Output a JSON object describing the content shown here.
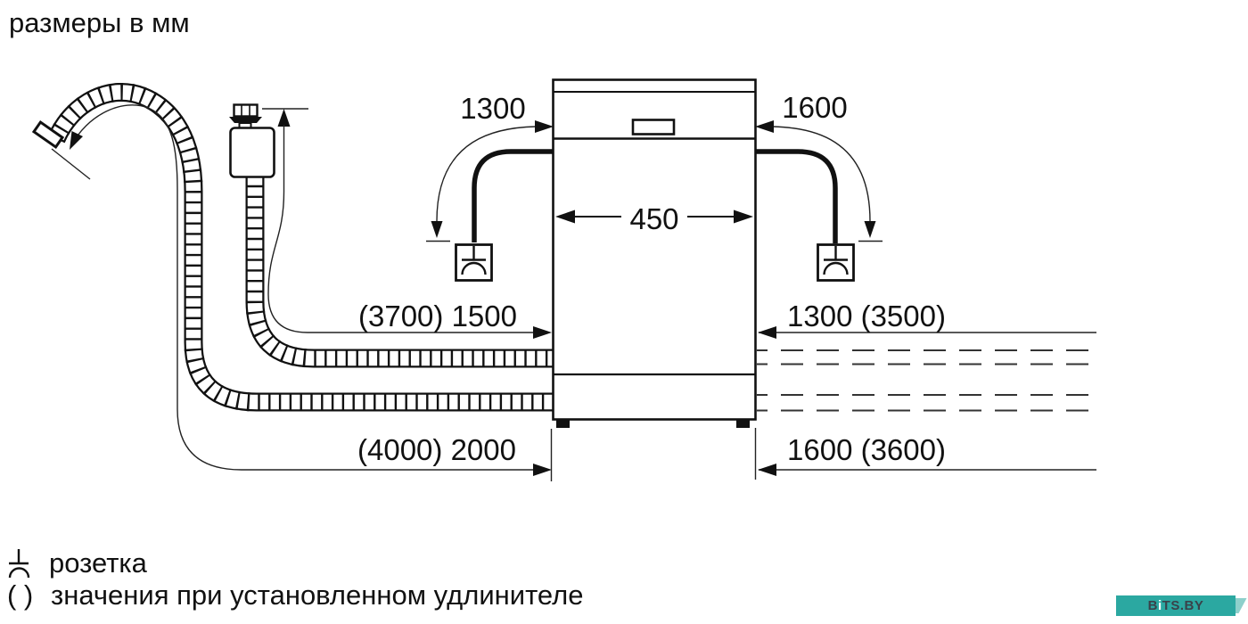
{
  "title": "размеры в мм",
  "dimensions": {
    "appliance_width": "450",
    "cable_left": "1300",
    "cable_right": "1600",
    "supply_hose_left": "(3700) 1500",
    "hose_right": "1300 (3500)",
    "drain_hose_left": "(4000) 2000",
    "hose_bottom_right": "1600 (3600)"
  },
  "legend": {
    "socket_symbol_name": "socket-icon",
    "socket_label": "розетка",
    "parentheses_symbol": "( )",
    "parentheses_note": "значения при установленном удлинителе"
  },
  "watermark": {
    "part1": "B",
    "part2": "i",
    "part3": "TS.BY",
    "bg_color": "#2BA8A1",
    "tail_color": "#8ed0cb",
    "text_color": "#39424a"
  },
  "colors": {
    "line": "#111111",
    "thin_line": "#222222",
    "background": "#ffffff"
  }
}
